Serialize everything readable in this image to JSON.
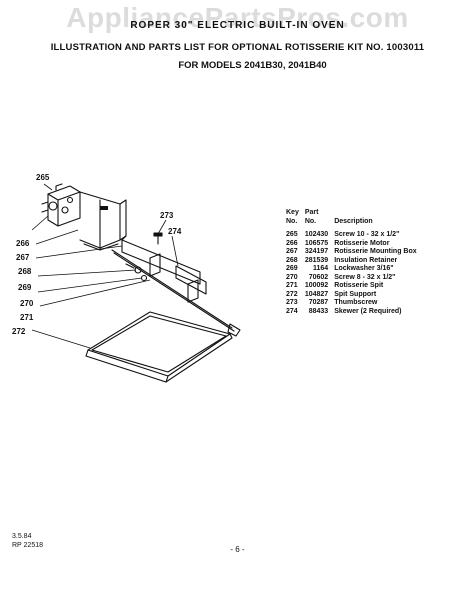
{
  "watermark": "AppliancePartsPros.com",
  "header": {
    "line1": "ROPER 30\" ELECTRIC BUILT-IN OVEN",
    "line2": "ILLUSTRATION AND PARTS LIST FOR OPTIONAL ROTISSERIE KIT NO. 1003011",
    "line3": "FOR MODELS 2041B30, 2041B40"
  },
  "diagram": {
    "callouts": [
      "265",
      "266",
      "267",
      "268",
      "269",
      "270",
      "271",
      "272",
      "273",
      "274"
    ]
  },
  "parts_table": {
    "headers": {
      "key": [
        "Key",
        "No."
      ],
      "part": [
        "Part",
        "No."
      ],
      "description": "Description"
    },
    "rows": [
      {
        "key": "265",
        "part": "102430",
        "description": "Screw 10 - 32 x 1/2\""
      },
      {
        "key": "266",
        "part": "106575",
        "description": "Rotisserie Motor"
      },
      {
        "key": "267",
        "part": "324197",
        "description": "Rotisserie Mounting Box"
      },
      {
        "key": "268",
        "part": "281539",
        "description": "Insulation Retainer"
      },
      {
        "key": "269",
        "part": "1164",
        "description": "Lockwasher 3/16\""
      },
      {
        "key": "270",
        "part": "70602",
        "description": "Screw 8 - 32 x 1/2\""
      },
      {
        "key": "271",
        "part": "100092",
        "description": "Rotisserie Spit"
      },
      {
        "key": "272",
        "part": "104827",
        "description": "Spit Support"
      },
      {
        "key": "273",
        "part": "70287",
        "description": "Thumbscrew"
      },
      {
        "key": "274",
        "part": "88433",
        "description": "Skewer (2 Required)"
      }
    ]
  },
  "footer": {
    "date": "3.5.84",
    "code": "RP 22518",
    "page": "- 6 -"
  }
}
